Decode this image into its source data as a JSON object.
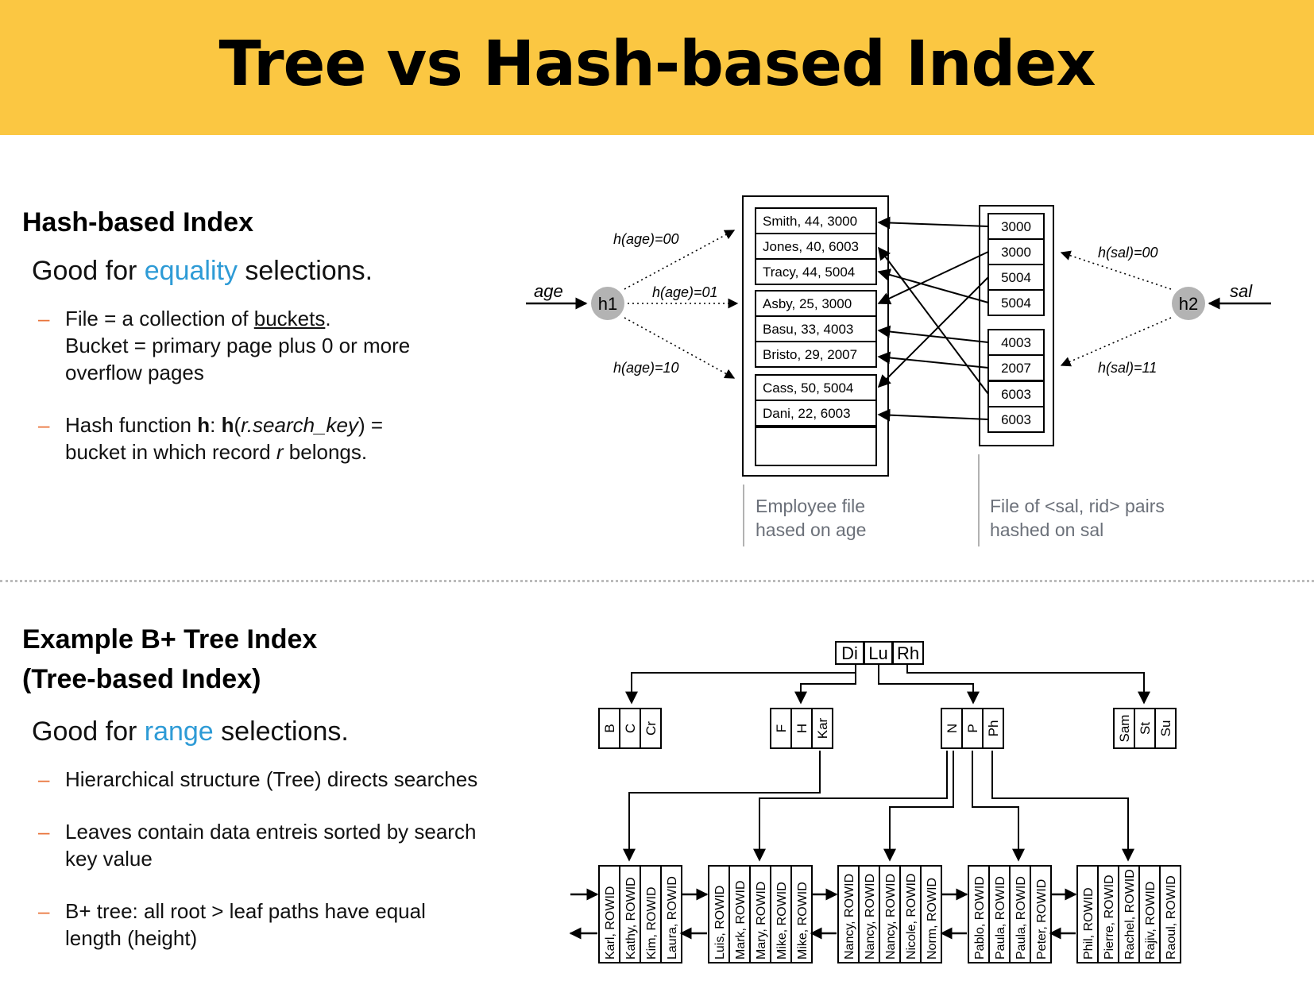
{
  "header": {
    "title": "Tree vs Hash-based Index"
  },
  "hash_section": {
    "heading": "Hash-based Index",
    "lead_pre": "Good for ",
    "lead_accent": "equality",
    "lead_post": " selections.",
    "b1_pre": "File = a collection of ",
    "b1_link": "buckets",
    "b1_dot": ".",
    "b1_line2": "Bucket = primary page plus 0 or more overflow pages",
    "b2_pre": "Hash function ",
    "b2_h1": "h",
    "b2_colon": ": ",
    "b2_h2": "h",
    "b2_open": "(",
    "b2_key": "r.search_key",
    "b2_close": ") =",
    "b2_line2_pre": "bucket in which record ",
    "b2_r": "r",
    "b2_line2_post": " belongs."
  },
  "hash_diagram": {
    "age_label": "age",
    "sal_label": "sal",
    "h1": "h1",
    "h2": "h2",
    "age_00": "h(age)=00",
    "age_01": "h(age)=01",
    "age_10": "h(age)=10",
    "sal_00": "h(sal)=00",
    "sal_11": "h(sal)=11",
    "employee_records": [
      "Smith, 44, 3000",
      "Jones, 40, 6003",
      "Tracy, 44, 5004",
      "Asby, 25, 3000",
      "Basu, 33, 4003",
      "Bristo, 29, 2007",
      "Cass, 50, 5004",
      "Dani, 22, 6003"
    ],
    "sal_values": [
      "3000",
      "3000",
      "5004",
      "5004",
      "4003",
      "2007",
      "6003",
      "6003"
    ],
    "employee_caption_1": "Employee file",
    "employee_caption_2": "hased on age",
    "sal_caption_1": "File of <sal, rid> pairs",
    "sal_caption_2": "hashed on sal"
  },
  "tree_section": {
    "heading_1": "Example B+ Tree Index",
    "heading_2": "(Tree-based Index)",
    "lead_pre": "Good for ",
    "lead_accent": "range",
    "lead_post": " selections.",
    "bullets": [
      "Hierarchical structure (Tree) directs searches",
      "Leaves contain data entreis sorted by search key value",
      "B+ tree: all root > leaf paths have equal length (height)"
    ]
  },
  "tree_diagram": {
    "root": [
      "Di",
      "Lu",
      "Rh"
    ],
    "level1": [
      [
        "B",
        "C",
        "Cr"
      ],
      [
        "F",
        "H",
        "Kar"
      ],
      [
        "N",
        "P",
        "Ph"
      ],
      [
        "Sam",
        "St",
        "Su"
      ]
    ],
    "leaves": [
      [
        "Karl, ROWID",
        "Kathy, ROWID",
        "Kim, ROWID",
        "Laura, ROWID"
      ],
      [
        "Luis, ROWID",
        "Mark, ROWID",
        "Mary, ROWID",
        "Mike, ROWID",
        "Mike, ROWID"
      ],
      [
        "Nancy, ROWID",
        "Nancy, ROWID",
        "Nancy, ROWID",
        "Nicole, ROWID",
        "Norm, ROWID"
      ],
      [
        "Pablo, ROWID",
        "Paula, ROWID",
        "Paula, ROWID",
        "Peter, ROWID"
      ],
      [
        "Phil, ROWID",
        "Pierre, ROWID",
        "Rachel, ROWID",
        "Rajiv, ROWID",
        "Raoul, ROWID"
      ]
    ]
  }
}
